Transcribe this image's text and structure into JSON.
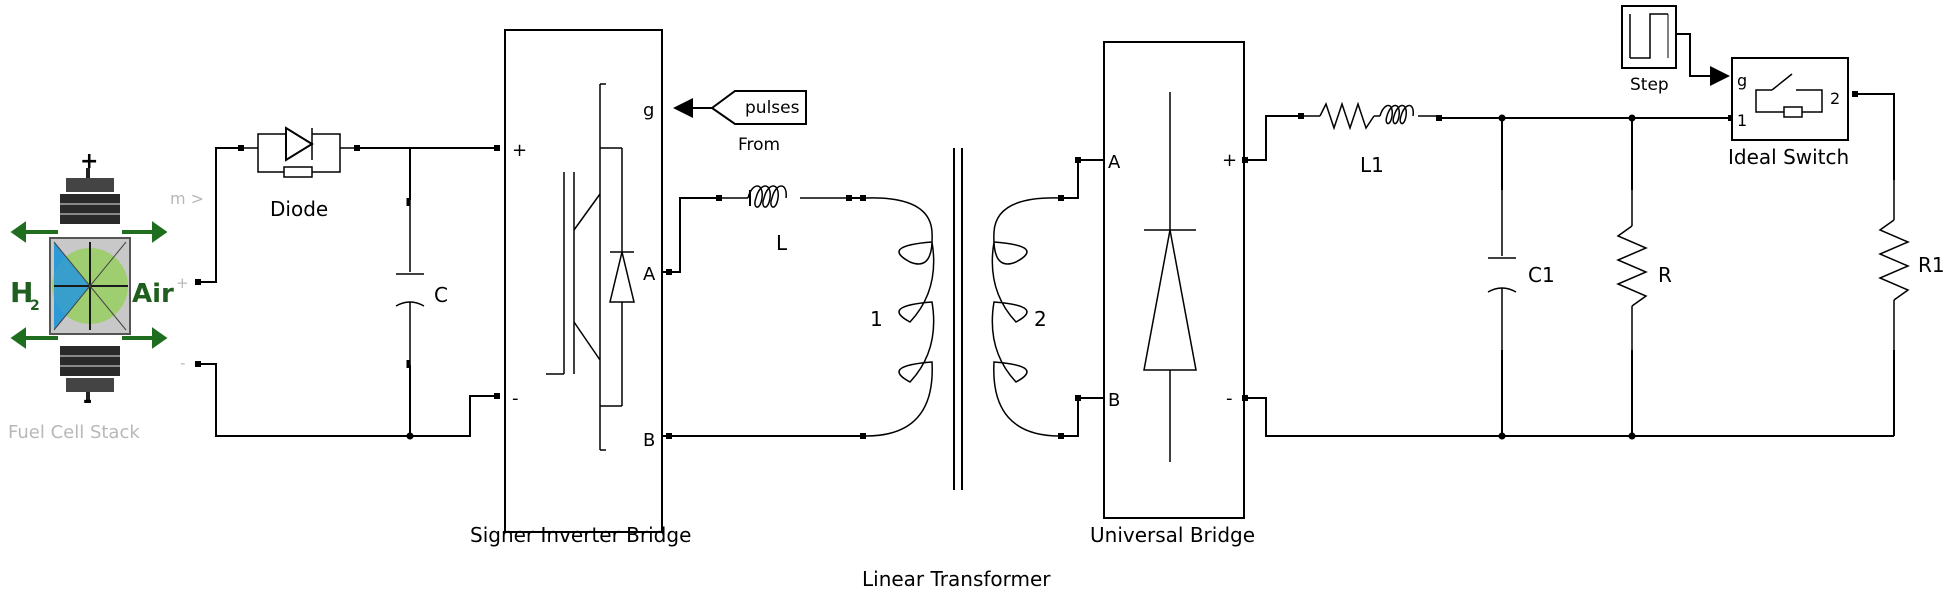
{
  "diagram": {
    "labels": {
      "fuel_cell": "Fuel Cell Stack",
      "fuel_cell_m": "m >",
      "fuel_cell_plus_port": "+",
      "fuel_cell_minus_port": "-",
      "fc_plus": "+",
      "fc_minus": "-",
      "h2": "H",
      "h2_sub": "2",
      "air": "Air",
      "diode": "Diode",
      "capacitor_c": "C",
      "inverter": "Signer Inverter Bridge",
      "inv_plus": "+",
      "inv_minus": "-",
      "inv_g": "g",
      "inv_a": "A",
      "inv_b": "B",
      "pulses": "pulses",
      "from": "From",
      "inductor_l": "L",
      "winding1": "1",
      "winding2": "2",
      "transformer": "Linear Transformer",
      "bridge": "Universal Bridge",
      "bridge_a": "A",
      "bridge_b": "B",
      "bridge_plus": "+",
      "bridge_minus": "-",
      "inductor_l1": "L1",
      "capacitor_c1": "C1",
      "resistor_r": "R",
      "resistor_r1": "R1",
      "step": "Step",
      "switch": "Ideal Switch",
      "switch_g": "g",
      "switch_1": "1",
      "switch_2": "2"
    },
    "colors": {
      "h2_text": "#1f5e1f",
      "cell_blue": "#2d9ad6",
      "cell_green": "#9ccf6a",
      "faded_text": "#b8b8b8"
    }
  }
}
